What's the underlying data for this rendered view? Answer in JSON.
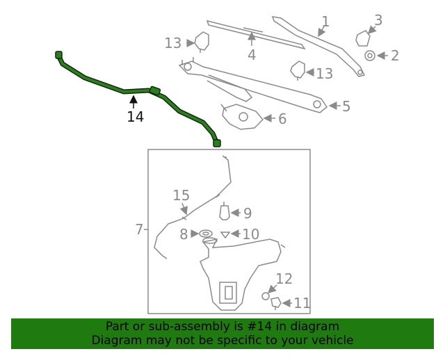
{
  "callouts": {
    "c1": "1",
    "c2": "2",
    "c3": "3",
    "c4": "4",
    "c5": "5",
    "c6": "6",
    "c7": "7",
    "c8": "8",
    "c9": "9",
    "c10": "10",
    "c11": "11",
    "c12": "12",
    "c13a": "13",
    "c13b": "13",
    "c14": "14",
    "c15": "15"
  },
  "highlight_part": "14",
  "colors": {
    "highlight": "#1f5e14",
    "banner": "#1f7a0f",
    "line_art": "#8a8a8a"
  },
  "banner": {
    "line1": "Part or sub-assembly is #14 in diagram",
    "line2": "Diagram may not be specific to your vehicle"
  }
}
